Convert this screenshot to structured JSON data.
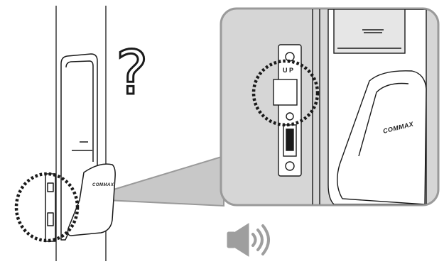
{
  "illustration": {
    "question_mark": "?",
    "brand_label": "COMMAX",
    "strike_plate_up_label": "U P"
  },
  "colors": {
    "line": "#1a1a1a",
    "zoom_panel_fill": "#d6d6d6",
    "zoom_panel_border": "#9a9a9a",
    "connector_fill": "#c8c8c8",
    "sound_icon": "#9e9e9e",
    "highlight_ring": "#1a1a1a"
  },
  "icons": {
    "sound": "speaker-sound-icon",
    "highlight": "dotted-circle-highlight"
  }
}
